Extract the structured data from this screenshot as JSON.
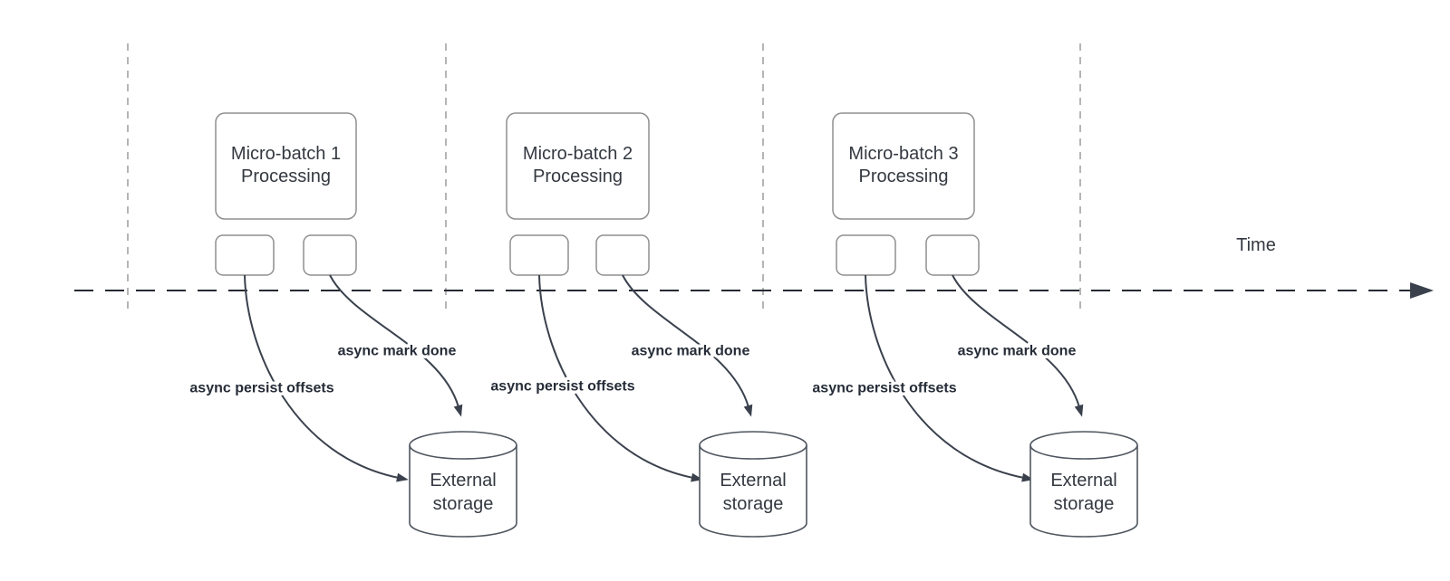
{
  "colors": {
    "background": "#ffffff",
    "box-border": "#8f8f8f",
    "cylinder-border": "#4f565f",
    "curve": "#3a414d",
    "guide": "#b5b5b5",
    "axis": "#262a31",
    "box-text": "#343941",
    "label-text": "#262d38"
  },
  "time_axis": {
    "label": "Time"
  },
  "groups": [
    {
      "box": {
        "line1": "Micro-batch 1",
        "line2": "Processing"
      },
      "labels": {
        "persist": "async persist offsets",
        "done": "async mark done"
      },
      "storage": {
        "line1": "External",
        "line2": "storage"
      }
    },
    {
      "box": {
        "line1": "Micro-batch 2",
        "line2": "Processing"
      },
      "labels": {
        "persist": "async persist offsets",
        "done": "async mark done"
      },
      "storage": {
        "line1": "External",
        "line2": "storage"
      }
    },
    {
      "box": {
        "line1": "Micro-batch 3",
        "line2": "Processing"
      },
      "labels": {
        "persist": "async persist offsets",
        "done": "async mark done"
      },
      "storage": {
        "line1": "External",
        "line2": "storage"
      }
    }
  ]
}
